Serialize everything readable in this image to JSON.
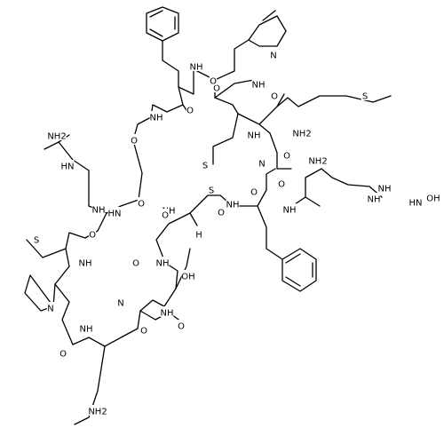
{
  "molecule": {
    "atom_labels": [
      "N",
      "NH",
      "NH",
      "NH",
      "O",
      "O",
      "NH",
      "O",
      "NH2",
      "S",
      "O",
      "S",
      "S",
      "NH2",
      "HN",
      "NH",
      "O",
      "HN",
      "O",
      "NH",
      "O",
      "NH",
      "H",
      "N",
      "O",
      "NH",
      "O",
      "NH",
      "NH",
      "O",
      "O",
      "N",
      "OH",
      "O",
      "NH",
      "OH",
      "O",
      "NH",
      "O",
      "N",
      "O",
      "NH",
      "S",
      "O",
      "NH2",
      "NH",
      "HN",
      "NH2"
    ]
  }
}
